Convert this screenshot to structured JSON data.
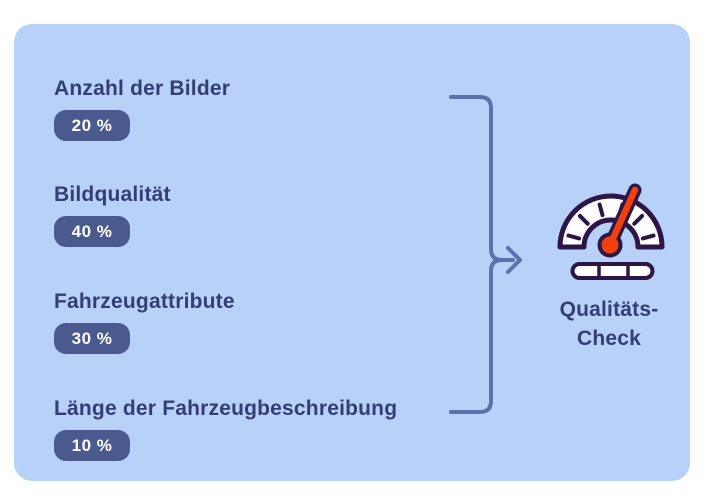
{
  "colors": {
    "page_bg": "#ffffff",
    "card_bg": "#b7d1f8",
    "badge_bg": "#4a5a8f",
    "badge_text": "#ffffff",
    "heading_text": "#333e73",
    "bracket": "#5b71a9",
    "icon_outline": "#2d1547",
    "icon_accent": "#f2400d",
    "icon_fill": "#ffffff"
  },
  "card": {
    "items": [
      {
        "label": "Anzahl der Bilder",
        "weight": "20 %"
      },
      {
        "label": "Bildqualität",
        "weight": "40 %"
      },
      {
        "label": "Fahrzeugattribute",
        "weight": "30 %"
      },
      {
        "label": "Länge der Fahrzeugbeschreibung",
        "weight": "10 %"
      }
    ],
    "result": {
      "icon": "speedometer-icon",
      "line1": "Qualitäts-",
      "line2": "Check"
    }
  }
}
